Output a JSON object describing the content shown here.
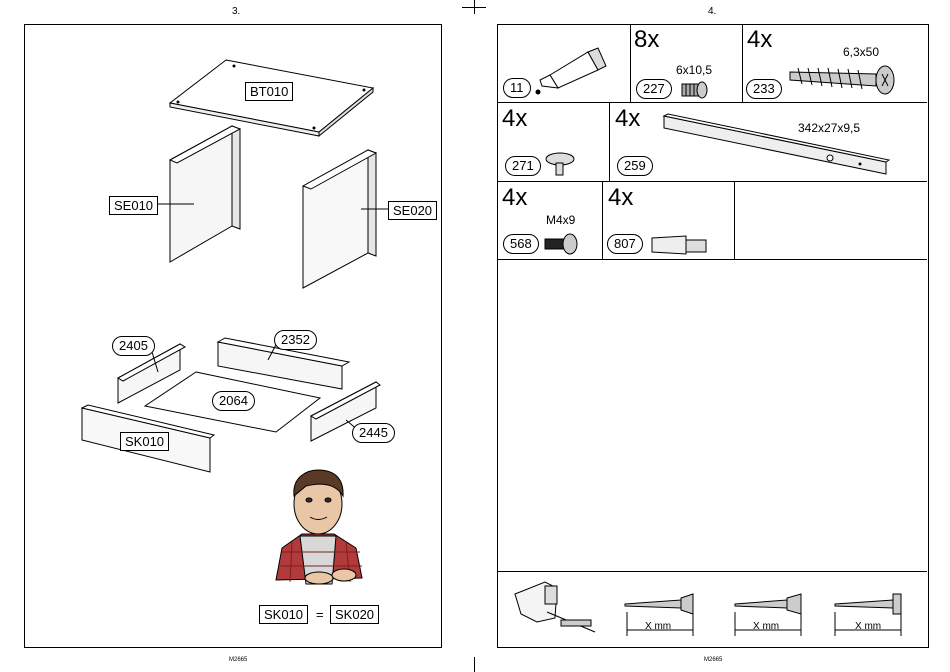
{
  "left_page": {
    "page_number": "3.",
    "footer": "M2665",
    "part_labels": {
      "bt010": "BT010",
      "se010": "SE010",
      "se020": "SE020",
      "sk010": "SK010"
    },
    "part_numbers": {
      "p2405": "2405",
      "p2352": "2352",
      "p2064": "2064",
      "p2445": "2445"
    },
    "equation": {
      "left": "SK010",
      "sign": "=",
      "right": "SK020"
    }
  },
  "right_page": {
    "page_number": "4.",
    "footer": "M2665",
    "hardware": [
      {
        "part": "11",
        "qty": "",
        "dim": ""
      },
      {
        "part": "227",
        "qty": "8x",
        "dim": "6x10,5"
      },
      {
        "part": "233",
        "qty": "4x",
        "dim": "6,3x50"
      },
      {
        "part": "271",
        "qty": "4x",
        "dim": ""
      },
      {
        "part": "259",
        "qty": "4x",
        "dim": "342x27x9,5"
      },
      {
        "part": "568",
        "qty": "4x",
        "dim": "M4x9"
      },
      {
        "part": "807",
        "qty": "4x",
        "dim": ""
      }
    ],
    "measure_labels": [
      "X mm",
      "X mm",
      "X mm"
    ]
  }
}
